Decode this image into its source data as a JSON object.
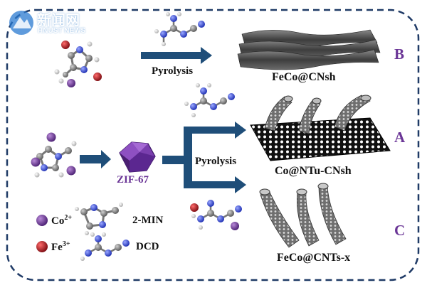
{
  "watermark": {
    "title": "新闻网",
    "subtitle": "HNUST NEWS"
  },
  "labels": {
    "pyrolysis_top": "Pyrolysis",
    "pyrolysis_mid": "Pyrolysis",
    "product_b": "FeCo@CNsh",
    "product_a": "Co@NTu-CNsh",
    "product_c": "FeCo@CNTs-x",
    "zif": "ZIF-67"
  },
  "route_letters": {
    "b": "B",
    "a": "A",
    "c": "C"
  },
  "legend": [
    {
      "key": "co",
      "label": "Co",
      "sup": "2+",
      "color": "#6a3596"
    },
    {
      "key": "fe",
      "label": "Fe",
      "sup": "3+",
      "color": "#b3121a"
    },
    {
      "key": "min",
      "label": "2-MIN"
    },
    {
      "key": "dcd",
      "label": "DCD"
    }
  ],
  "colors": {
    "frame": "#1f3a66",
    "arrow": "#1f4e79",
    "co_ion": "#6a3596",
    "fe_ion": "#b3121a",
    "zif": "#6a3596",
    "nitrogen": "#2a3fd6",
    "carbon": "#7a7a7a",
    "hydrogen": "#d8d8d8"
  }
}
